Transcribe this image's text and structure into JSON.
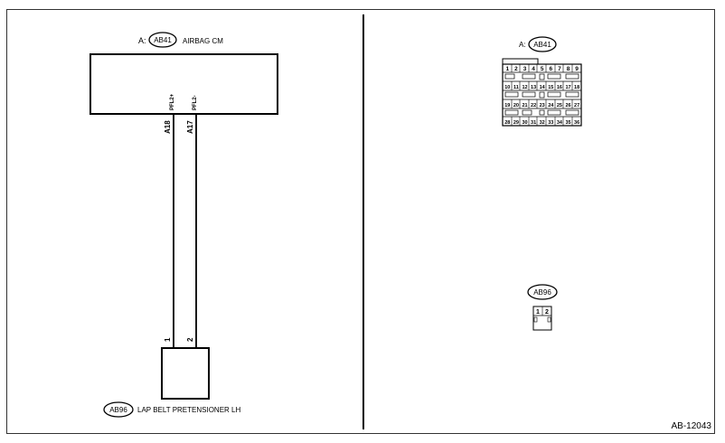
{
  "left": {
    "ecu": {
      "prefix": "A:",
      "connector": "AB41",
      "name": "AIRBAG CM"
    },
    "wires": [
      {
        "terminal": "A18",
        "signal": "PFL2+",
        "pin": "1"
      },
      {
        "terminal": "A17",
        "signal": "PFL2-",
        "pin": "2"
      }
    ],
    "device": {
      "connector": "AB96",
      "name": "LAP BELT PRETENSIONER LH"
    }
  },
  "right": {
    "connector_a": {
      "prefix": "A:",
      "id": "AB41",
      "rows": [
        [
          "1",
          "2",
          "3",
          "4",
          "5",
          "6",
          "7",
          "8",
          "9"
        ],
        [
          "10",
          "11",
          "12",
          "13",
          "14",
          "15",
          "16",
          "17",
          "18"
        ],
        [
          "19",
          "20",
          "21",
          "22",
          "23",
          "24",
          "25",
          "26",
          "27"
        ],
        [
          "28",
          "29",
          "30",
          "31",
          "32",
          "33",
          "34",
          "35",
          "36"
        ]
      ]
    },
    "connector_b": {
      "id": "AB96",
      "pins": [
        "1",
        "2"
      ]
    }
  },
  "figure_id": "AB-12043"
}
